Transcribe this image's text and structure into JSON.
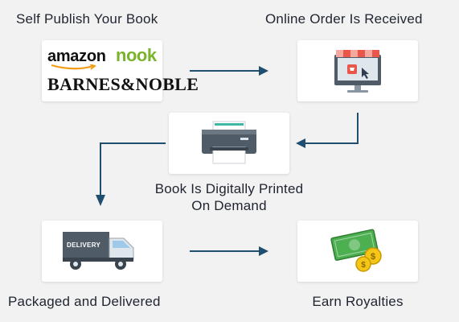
{
  "steps": {
    "self_publish": {
      "label": "Self Publish Your Book"
    },
    "order_received": {
      "label": "Online Order Is Received"
    },
    "printed": {
      "label_line1": "Book Is Digitally Printed",
      "label_line2": "On Demand"
    },
    "delivered": {
      "label": "Packaged and Delivered",
      "truck_text": "DELIVERY"
    },
    "royalties": {
      "label": "Earn Royalties"
    }
  },
  "logos": {
    "amazon": "amazon",
    "nook": "nook",
    "barnes_noble": "BARNES&NOBLE"
  },
  "colors": {
    "arrow": "#1f4e6e",
    "nook_green": "#7ab32e",
    "money_green": "#4caf50",
    "coin_gold": "#f5c518",
    "printer_gray": "#4f5b66",
    "accent_red": "#e8574a"
  }
}
